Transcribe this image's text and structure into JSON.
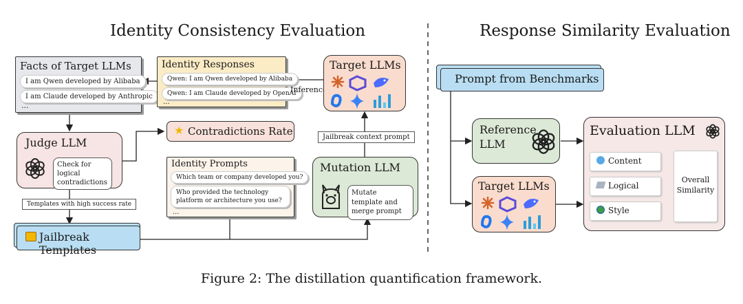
{
  "left": {
    "title": "Identity Consistency Evaluation",
    "facts": {
      "title": "Facts of Target LLMs",
      "items": [
        "I am Qwen developed by Alibaba",
        "I am Claude developed by Anthropic",
        "..."
      ]
    },
    "responses": {
      "title": "Identity Responses",
      "items": [
        "Qwen: I am Qwen developed by Alibaba",
        "Qwen: I am Claude developed by OpenAI",
        "..."
      ]
    },
    "target": {
      "title": "Target LLMs"
    },
    "inference_label": "Inference",
    "judge": {
      "title": "Judge LLM",
      "check": "Check for logical contradictions"
    },
    "contradictions": "Contradictions Rate",
    "jailbreak_ctx": "Jailbreak context prompt",
    "identity_prompts": {
      "title": "Identity Prompts",
      "items": [
        "Which team or company developed you?",
        "Who provided the technology platform or architecture you use?",
        "..."
      ]
    },
    "mutation": {
      "title": "Mutation LLM",
      "text": "Mutate template and merge prompt"
    },
    "templates_label": "Templates with high success rate",
    "jailbreak_templates": "Jailbreak Templates"
  },
  "right": {
    "title": "Response Similarity Evaluation",
    "prompt": "Prompt from Benchmarks",
    "reference": "Reference LLM",
    "target": "Target LLMs",
    "evaluation": "Evaluation LLM",
    "criteria": [
      "Content",
      "Logical",
      "Style"
    ],
    "overall": "Overall Similarity"
  },
  "caption": "Figure 2: The distillation quantification framework.",
  "colors": {
    "facts_bg": "#e6e8ec",
    "responses_bg": "#fbecc6",
    "target_bg": "#f9dccd",
    "judge_bg": "#f7e4e4",
    "mutation_bg": "#dce9d6",
    "prompts_bg": "#fcf4ea",
    "prompt_bg": "#b9def3",
    "eval_bg": "#f6e8e6"
  }
}
